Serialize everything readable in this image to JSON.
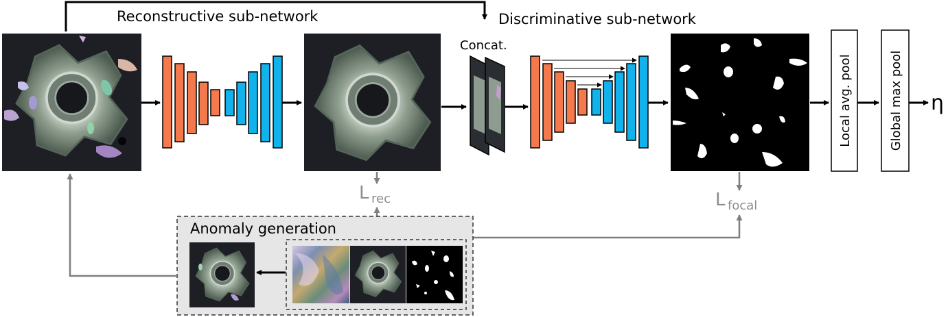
{
  "labels": {
    "reconstructive": "Reconstructive sub-network",
    "discriminative": "Discriminative sub-network",
    "concat": "Concat.",
    "local_pool": "Local avg. pool",
    "global_pool": "Global max pool",
    "output": "η",
    "loss_rec_main": "L",
    "loss_rec_sub": "rec",
    "loss_focal_main": "L",
    "loss_focal_sub": "focal",
    "anomaly_generation": "Anomaly generation"
  },
  "colors": {
    "encoder": "#f47a4e",
    "decoder": "#12b3ec",
    "arrow_main": "#000000",
    "arrow_loss": "#7f7f7f",
    "loss_text": "#8c8c8c",
    "panel_bg": "#e6e6e6",
    "image_bg": "#1d1f25",
    "metal": "#9aa99a"
  },
  "images": {
    "input": "augmented-input-image",
    "reconstruction": "reconstructed-image",
    "segmentation": "predicted-anomaly-mask",
    "anomaly_texture": "anomaly-source-texture",
    "anomaly_clean": "anomaly-free-image",
    "anomaly_mask": "anomaly-mask",
    "anomaly_result": "simulated-anomaly-image"
  }
}
